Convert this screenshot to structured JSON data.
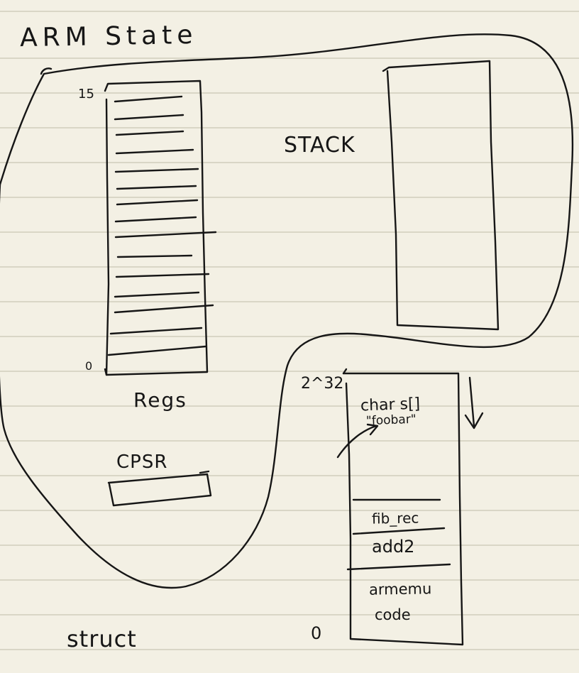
{
  "title": "ARM State",
  "stack_label": "STACK",
  "regs_label": "Regs",
  "cpsr_label": "CPSR",
  "struct_label": "struct",
  "register_index_top": "15",
  "register_index_bottom": "0",
  "memory_address_top": "2^32",
  "memory_address_bottom": "0",
  "memory_sections": {
    "chars": "char s[]",
    "string": "\"foobar\"",
    "fib": "fib_rec",
    "add2": "add2",
    "armemu": "armemu",
    "code": "code"
  },
  "ink_color": "#161616",
  "paper_color": "#f3f0e4",
  "rule_color": "#d9d6c6"
}
